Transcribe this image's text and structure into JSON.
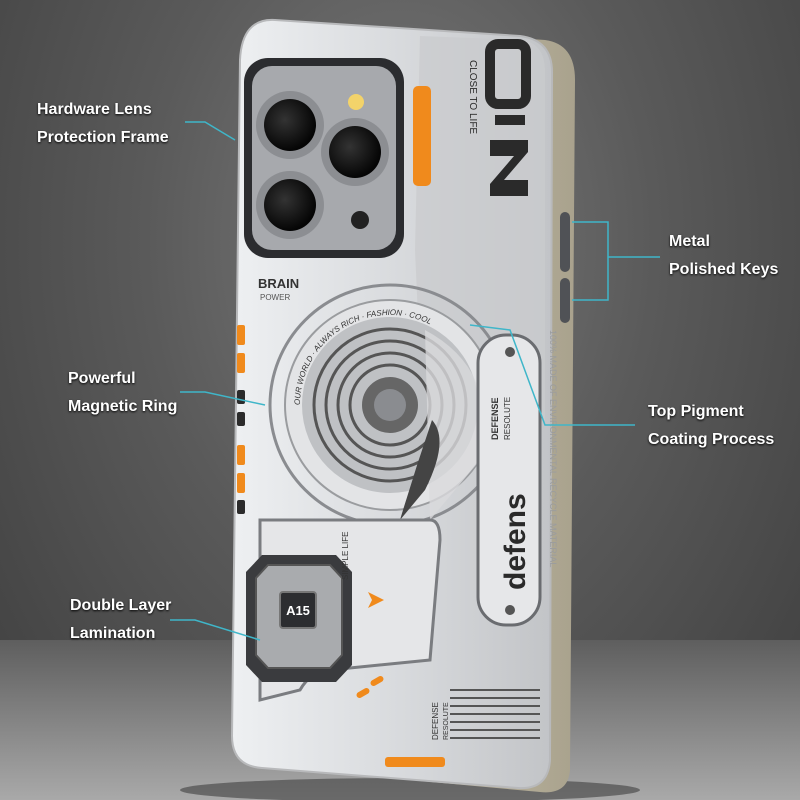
{
  "callouts": {
    "lens_frame": [
      "Hardware Lens",
      "Protection Frame"
    ],
    "magnetic_ring": [
      "Powerful",
      "Magnetic Ring"
    ],
    "lamination": [
      "Double Layer",
      "Lamination"
    ],
    "keys": [
      "Metal",
      "Polished Keys"
    ],
    "coating": [
      "Top Pigment",
      "Coating Process"
    ]
  },
  "case_print": {
    "close_to_life": "CLOSE TO LIFE",
    "brain": "BRAIN",
    "power": "POWER",
    "ring_text": "OUR WORLD · ALWAYS RICH · FASHION · COOL",
    "defens": "defens",
    "defense": "DEFENSE",
    "resolute": "RESOLUTE",
    "chip": "A15",
    "simple_life": "SIMPLE LIFE",
    "side_text": "100% MADE OF ENVIRONMENTAL RECYCLE MATERIAL",
    "bottom_defense": "DEFENSE",
    "bottom_resolute": "RESOLUTE"
  },
  "colors": {
    "callout_line": "#3fb6c9",
    "accent_orange": "#f08a1c",
    "case_body": "#d9dadc"
  }
}
